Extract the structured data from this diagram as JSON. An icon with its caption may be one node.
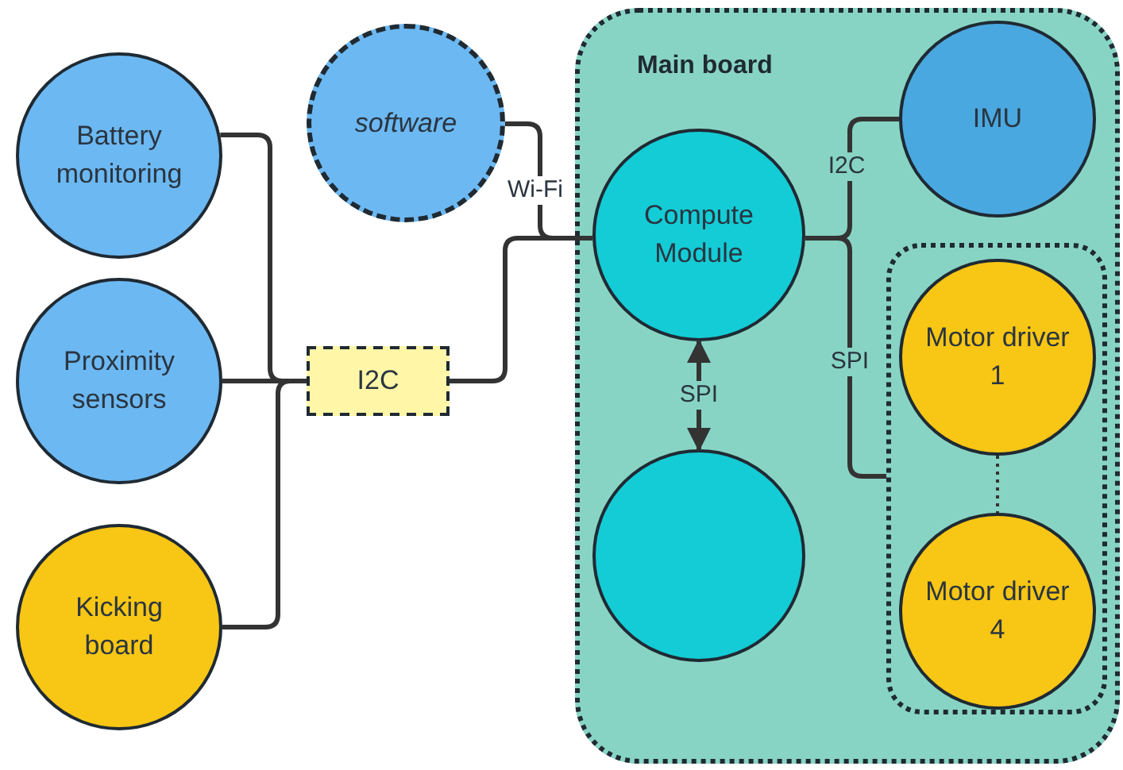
{
  "diagram": {
    "nodes": [
      {
        "text": [
          "Battery monitoring"
        ]
      },
      {
        "text": [
          "Proximity sensors"
        ]
      },
      {
        "text": [
          "Kicking board"
        ]
      },
      {
        "text": [
          "software"
        ]
      },
      {
        "text": [
          "I2C"
        ]
      },
      {
        "text": [
          "Main board"
        ]
      },
      {
        "text": [
          "Compute Module"
        ],
        "in": 5
      },
      {
        "text": [],
        "shape": "circle",
        "in": 5
      },
      {
        "text": [
          "IMU"
        ],
        "in": 5
      },
      {
        "text": [],
        "shape": "box",
        "in": 5
      },
      {
        "text": [
          "Motor driver 1"
        ],
        "in": 9
      },
      {
        "text": [
          "Motor driver 4"
        ],
        "in": 9
      }
    ],
    "edges": [
      {
        "from": 0,
        "to": 4,
        "arrow": "none"
      },
      {
        "from": 1,
        "to": 4,
        "arrow": "none"
      },
      {
        "from": 2,
        "to": 4,
        "arrow": "none"
      },
      {
        "from": 3,
        "to": 6,
        "arrow": "none",
        "label": "Wi-Fi"
      },
      {
        "from": 4,
        "to": 6,
        "arrow": "none"
      },
      {
        "from": 6,
        "to": 7,
        "arrow": "both",
        "label": "SPI"
      },
      {
        "from": 6,
        "to": 8,
        "arrow": "none",
        "label": "I2C"
      },
      {
        "from": 6,
        "to": 9,
        "arrow": "none",
        "label": "SPI"
      },
      {
        "from": 10,
        "to": 11,
        "arrow": "none",
        "style": "dashed"
      }
    ]
  }
}
